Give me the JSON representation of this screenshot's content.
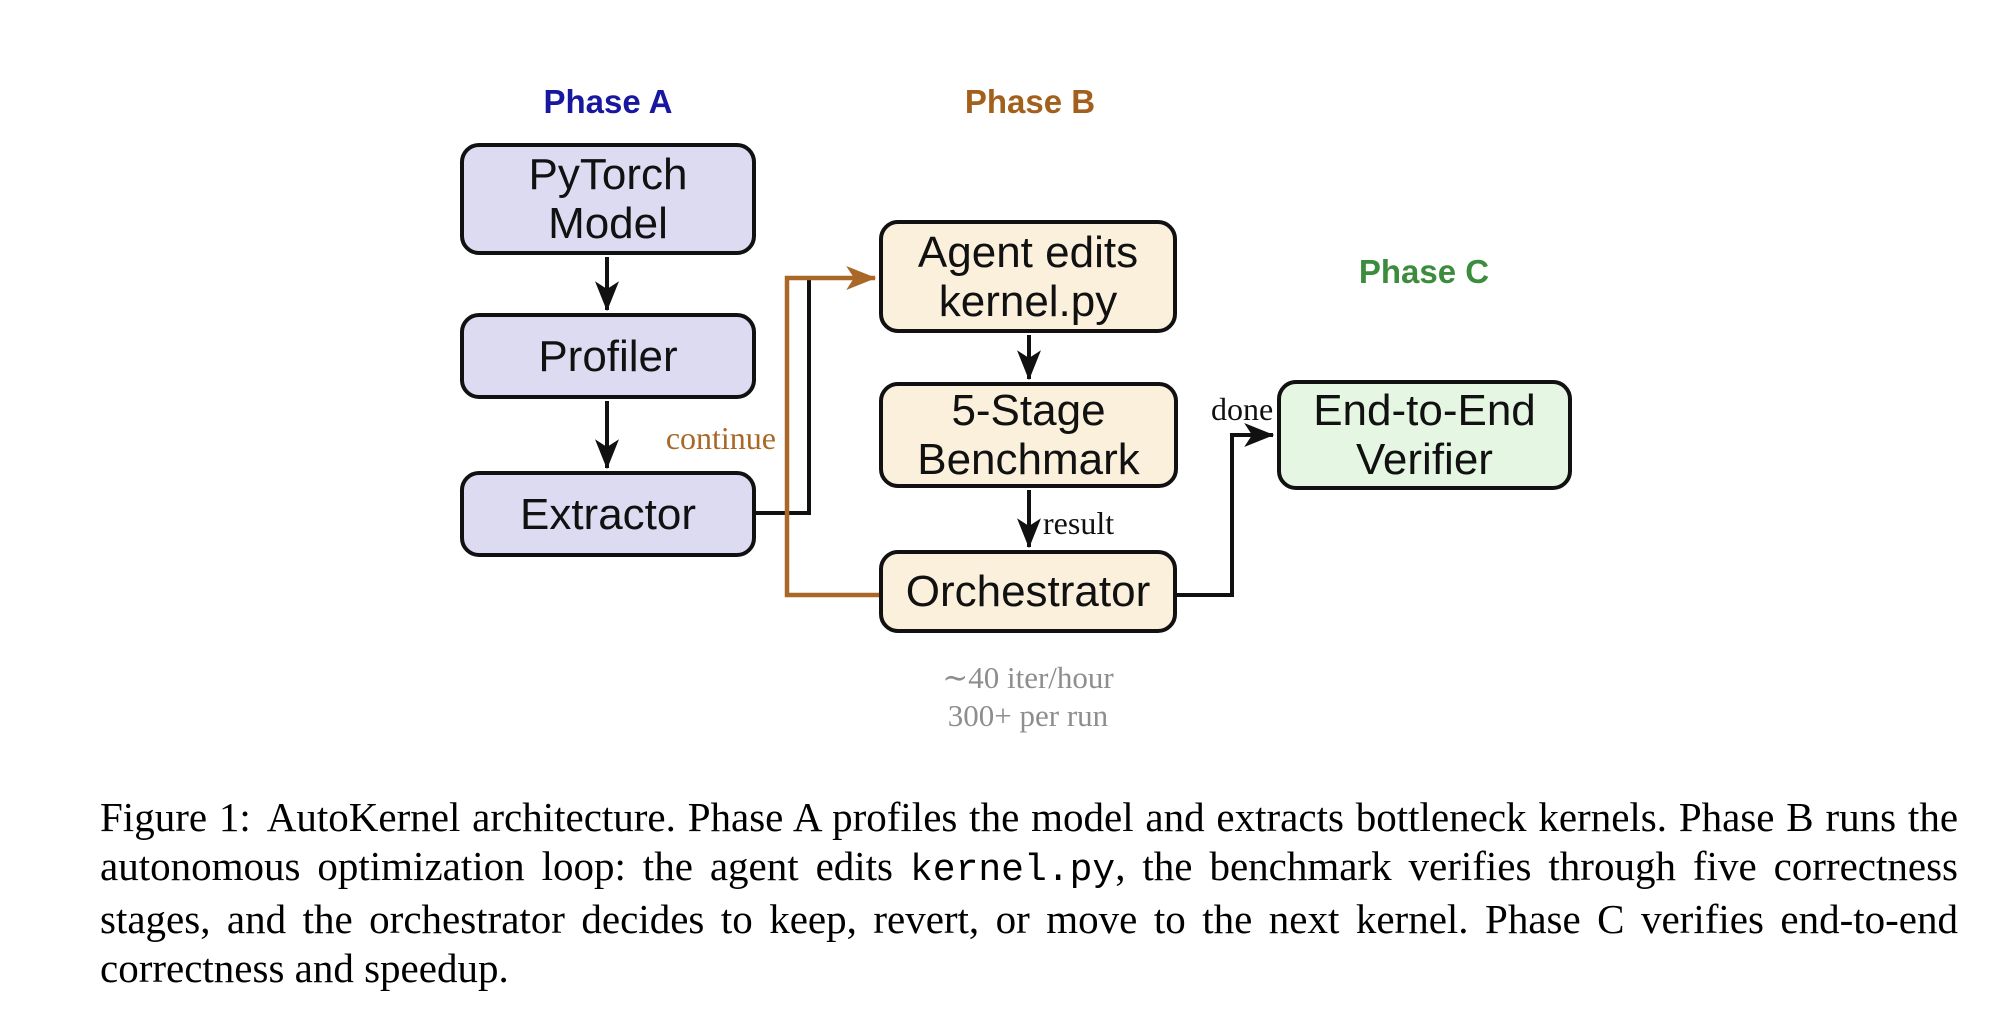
{
  "colors": {
    "phase_a_label": "#1717a0",
    "phase_b_label": "#a2601c",
    "phase_c_label": "#3b8d3d",
    "loop_line_brown": "#a96827",
    "node_fill_phase_a": "#dcdbf2",
    "node_fill_phase_b": "#faf0dc",
    "node_fill_phase_c": "#e5f7e3",
    "stats_gray": "#8e8e8e",
    "line_black": "#111111"
  },
  "diagram": {
    "phase_a_label": "Phase A",
    "phase_b_label": "Phase B",
    "phase_c_label": "Phase C",
    "nodes": {
      "pytorch_model": "PyTorch\nModel",
      "profiler": "Profiler",
      "extractor": "Extractor",
      "agent_edits": "Agent edits\nkernel.py",
      "benchmark": "5-Stage\nBenchmark",
      "orchestrator": "Orchestrator",
      "verifier": "End-to-End\nVerifier"
    },
    "edge_labels": {
      "continue": "continue",
      "result": "result",
      "done": "done"
    },
    "stats": {
      "iter_rate": "∼40 iter/hour",
      "per_run": "300+ per run"
    }
  },
  "caption": {
    "label": "Figure 1:",
    "body_before_code": "AutoKernel architecture. Phase A profiles the model and extracts bottleneck kernels. Phase B runs the autonomous optimization loop: the agent edits ",
    "code": "kernel.py",
    "body_after_code": ", the benchmark verifies through five correctness stages, and the orchestrator decides to keep, revert, or move to the next kernel. Phase C verifies end-to-end correctness and speedup."
  }
}
